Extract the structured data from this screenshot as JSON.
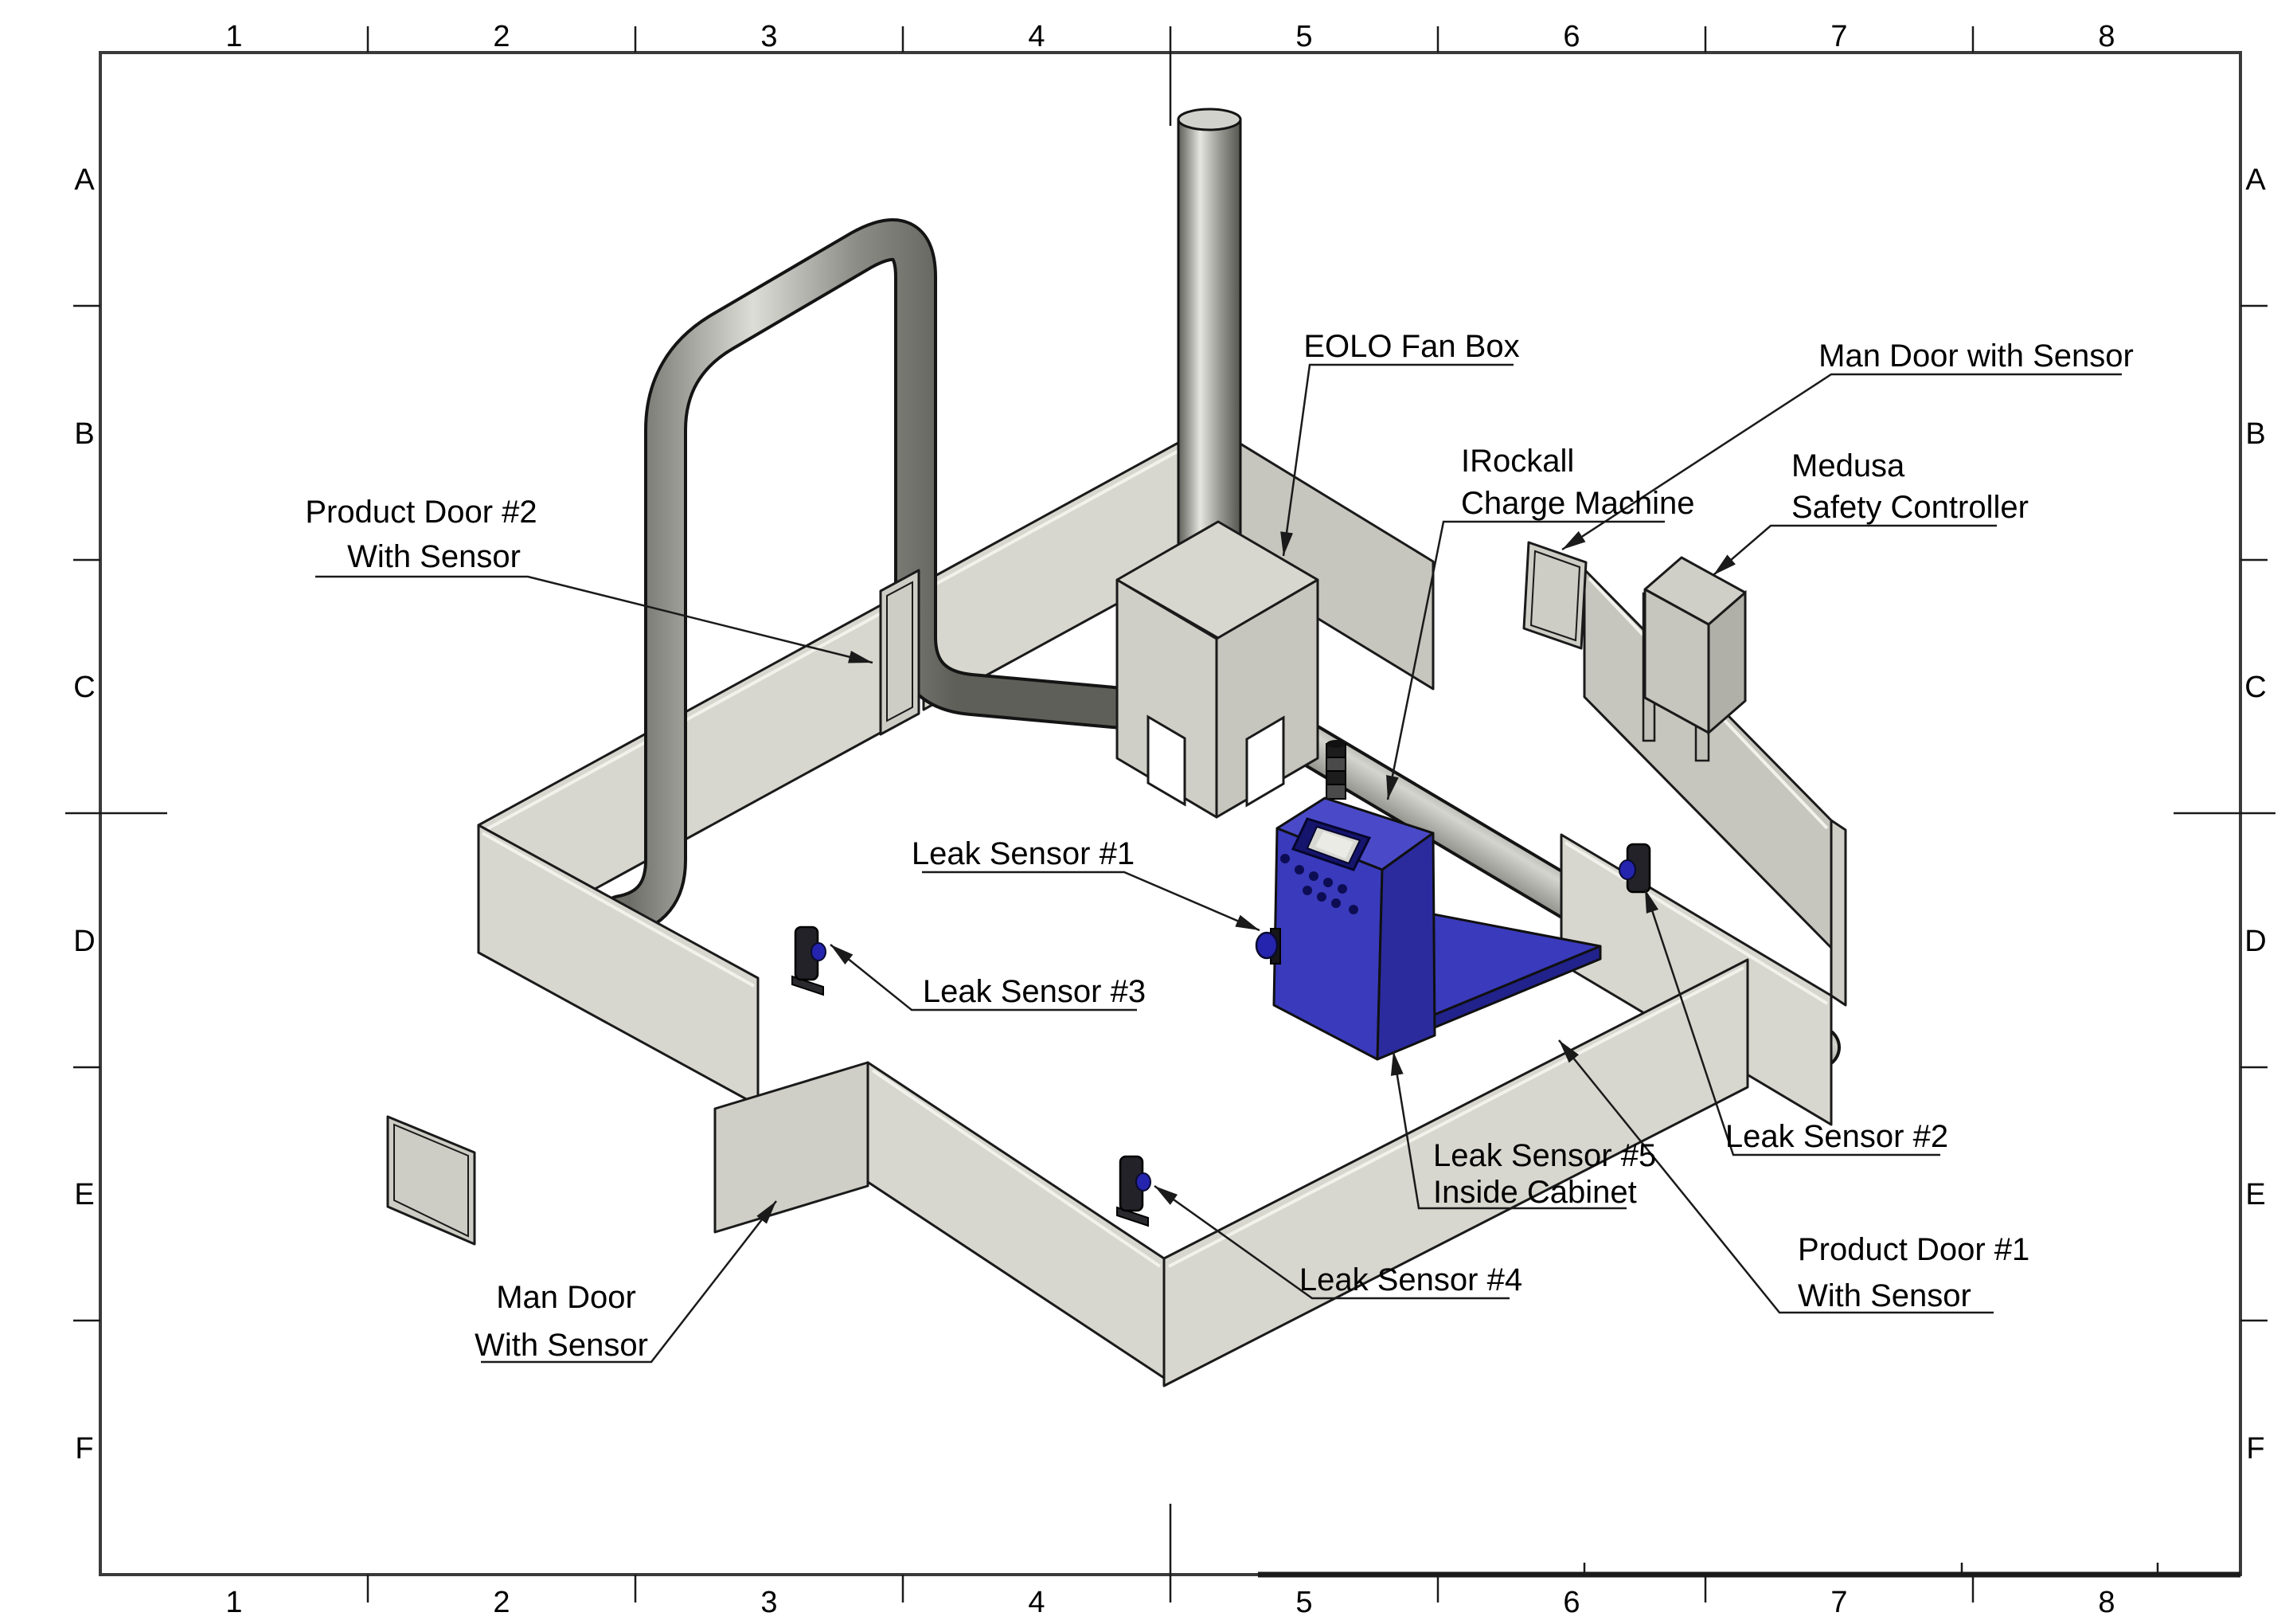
{
  "drawing": {
    "grid": {
      "cols": [
        "1",
        "2",
        "3",
        "4",
        "5",
        "6",
        "7",
        "8"
      ],
      "rows": [
        "A",
        "B",
        "C",
        "D",
        "E",
        "F"
      ]
    },
    "callouts": {
      "eolo": {
        "text": "EOLO Fan Box"
      },
      "man_door_top": {
        "text": "Man Door with Sensor"
      },
      "irockall": {
        "line1": "IRockall",
        "line2": "Charge Machine"
      },
      "medusa": {
        "line1": "Medusa",
        "line2": "Safety Controller"
      },
      "product_door_2": {
        "line1": "Product Door #2",
        "line2": "With Sensor"
      },
      "leak_sensor_1": {
        "text": "Leak Sensor #1"
      },
      "leak_sensor_2": {
        "text": "Leak Sensor #2"
      },
      "leak_sensor_3": {
        "text": "Leak Sensor #3"
      },
      "leak_sensor_4": {
        "text": "Leak Sensor #4"
      },
      "leak_sensor_5": {
        "line1": "Leak Sensor #5",
        "line2": "Inside Cabinet"
      },
      "product_door_1": {
        "line1": "Product Door #1",
        "line2": "With Sensor"
      },
      "man_door_bottom": {
        "line1": "Man Door",
        "line2": "With Sensor"
      }
    },
    "colors": {
      "machine_blue": "#3a3abc",
      "machine_blue_dark": "#2b2b9e",
      "machine_blue_light": "#4a4ac8",
      "machine_base_edge": "#22228c",
      "sensor_blue": "#2424ae",
      "wall_gray": "#d7d7cf",
      "outline_dark": "#1a1a1a"
    }
  }
}
